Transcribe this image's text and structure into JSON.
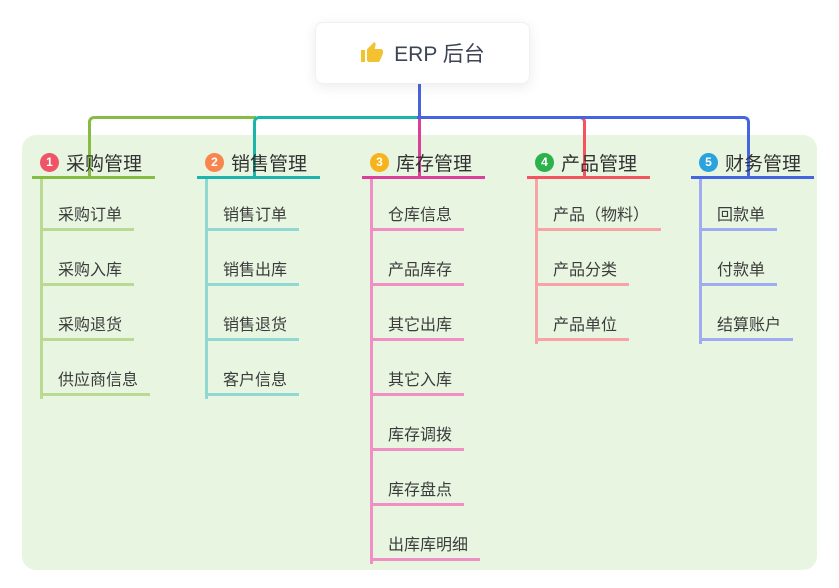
{
  "root": {
    "title": "ERP 后台",
    "icon": "thumbs-up-icon",
    "icon_color": "#f2c230",
    "connector_color": "#4a63d8"
  },
  "panel_color": "#e7f5e1",
  "branches": [
    {
      "number": "1",
      "title": "采购管理",
      "badge_color": "#ef5567",
      "line_color": "#86bb44",
      "child_line_color": "#bada93",
      "children": [
        "采购订单",
        "采购入库",
        "采购退货",
        "供应商信息"
      ]
    },
    {
      "number": "2",
      "title": "销售管理",
      "badge_color": "#f8854e",
      "line_color": "#1cb5ac",
      "child_line_color": "#90d8d1",
      "children": [
        "销售订单",
        "销售出库",
        "销售退货",
        "客户信息"
      ]
    },
    {
      "number": "3",
      "title": "库存管理",
      "badge_color": "#f7b31b",
      "line_color": "#dd3d9b",
      "child_line_color": "#ef8fc4",
      "children": [
        "仓库信息",
        "产品库存",
        "其它出库",
        "其它入库",
        "库存调拨",
        "库存盘点",
        "出库库明细"
      ]
    },
    {
      "number": "4",
      "title": "产品管理",
      "badge_color": "#2db14d",
      "line_color": "#f5535e",
      "child_line_color": "#f9a2a7",
      "children": [
        "产品（物料）",
        "产品分类",
        "产品单位"
      ]
    },
    {
      "number": "5",
      "title": "财务管理",
      "badge_color": "#2ba2de",
      "line_color": "#4464e1",
      "child_line_color": "#9fadf0",
      "children": [
        "回款单",
        "付款单",
        "结算账户"
      ]
    }
  ]
}
